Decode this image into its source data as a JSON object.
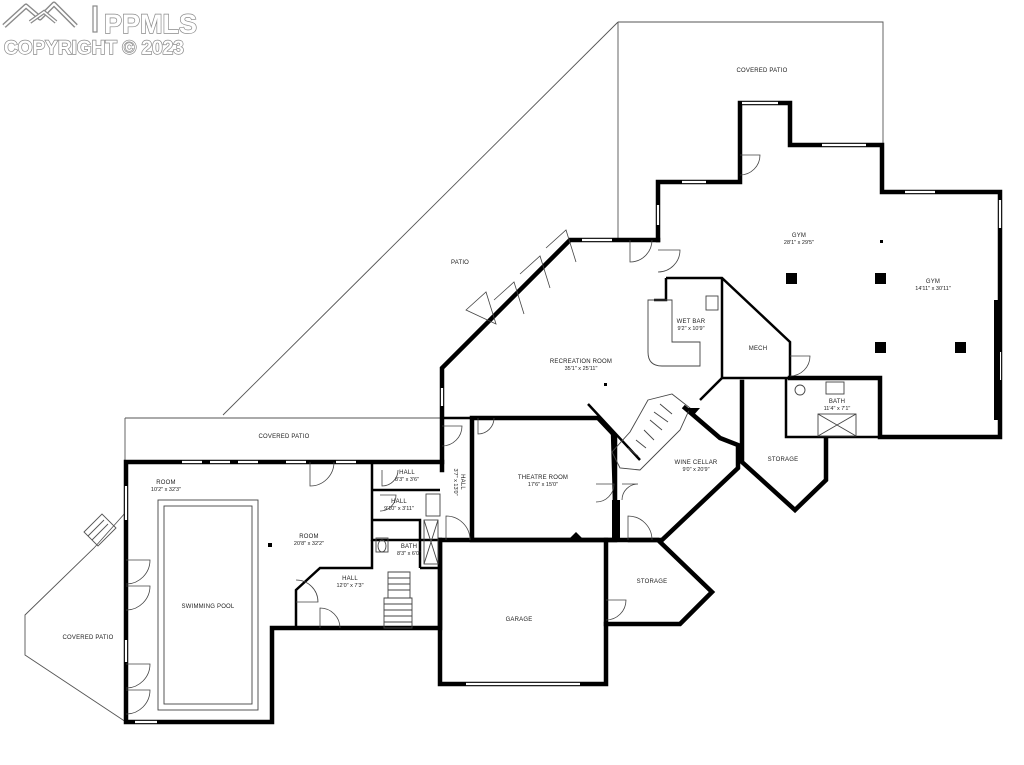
{
  "watermark": {
    "brand": "PPMLS",
    "copyright": "COPYRIGHT © 2023"
  },
  "rooms": {
    "covered_patio_top": {
      "name": "COVERED PATIO"
    },
    "patio": {
      "name": "PATIO"
    },
    "gym_main": {
      "name": "GYM",
      "dims": "28'1\" x 29'5\""
    },
    "gym_side": {
      "name": "GYM",
      "dims": "14'11\" x 30'11\""
    },
    "wet_bar": {
      "name": "WET BAR",
      "dims": "9'2\" x 10'9\""
    },
    "mech": {
      "name": "MECH"
    },
    "recreation": {
      "name": "RECREATION ROOM",
      "dims": "35'1\" x 25'11\""
    },
    "bath_upper": {
      "name": "BATH",
      "dims": "11'4\" x 7'1\""
    },
    "storage_right": {
      "name": "STORAGE"
    },
    "wine_cellar": {
      "name": "WINE CELLAR",
      "dims": "9'0\" x 20'9\""
    },
    "covered_patio_mid": {
      "name": "COVERED PATIO"
    },
    "room_left": {
      "name": "ROOM",
      "dims": "10'2\" x 32'3\""
    },
    "hall_top": {
      "name": "HALL",
      "dims": "8'3\" x 3'6\""
    },
    "hall_vertical": {
      "name": "HALL",
      "dims": "3'7\" x 13'0\""
    },
    "theatre": {
      "name": "THEATRE ROOM",
      "dims": "17'6\" x 15'0\""
    },
    "hall_small": {
      "name": "HALL",
      "dims": "9'10\" x 3'11\""
    },
    "room_pool": {
      "name": "ROOM",
      "dims": "20'8\" x 32'2\""
    },
    "bath_lower": {
      "name": "BATH",
      "dims": "8'3\" x 6'0\""
    },
    "hall_lower": {
      "name": "HALL",
      "dims": "12'0\" x 7'3\""
    },
    "storage_lower": {
      "name": "STORAGE"
    },
    "pool": {
      "name": "SWIMMING POOL"
    },
    "garage": {
      "name": "GARAGE"
    },
    "covered_patio_left": {
      "name": "COVERED PATIO"
    }
  }
}
